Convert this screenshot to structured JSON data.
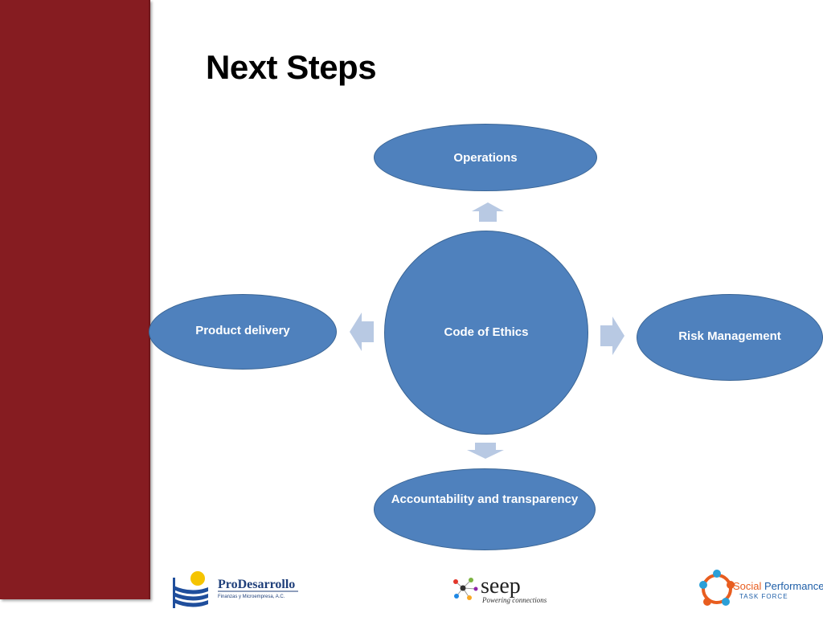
{
  "slide": {
    "title": "Next Steps"
  },
  "diagram": {
    "center": "Code of Ethics",
    "top": "Operations",
    "left": "Product delivery",
    "right": "Risk Management",
    "bottom": "Accountability and transparency"
  },
  "footer": {
    "prodesarrollo_name": "ProDesarrollo",
    "prodesarrollo_tagline": "Finanzas y Microempresa, A.C.",
    "seep_name": "seep",
    "seep_tagline": "Powering connections",
    "sp_word1": "Social",
    "sp_word2": "Performance",
    "sp_tagline": "TASK FORCE"
  },
  "colors": {
    "sidebar": "#861c21",
    "node_fill": "#4f81bd",
    "arrow_fill": "#b8c9e3"
  }
}
